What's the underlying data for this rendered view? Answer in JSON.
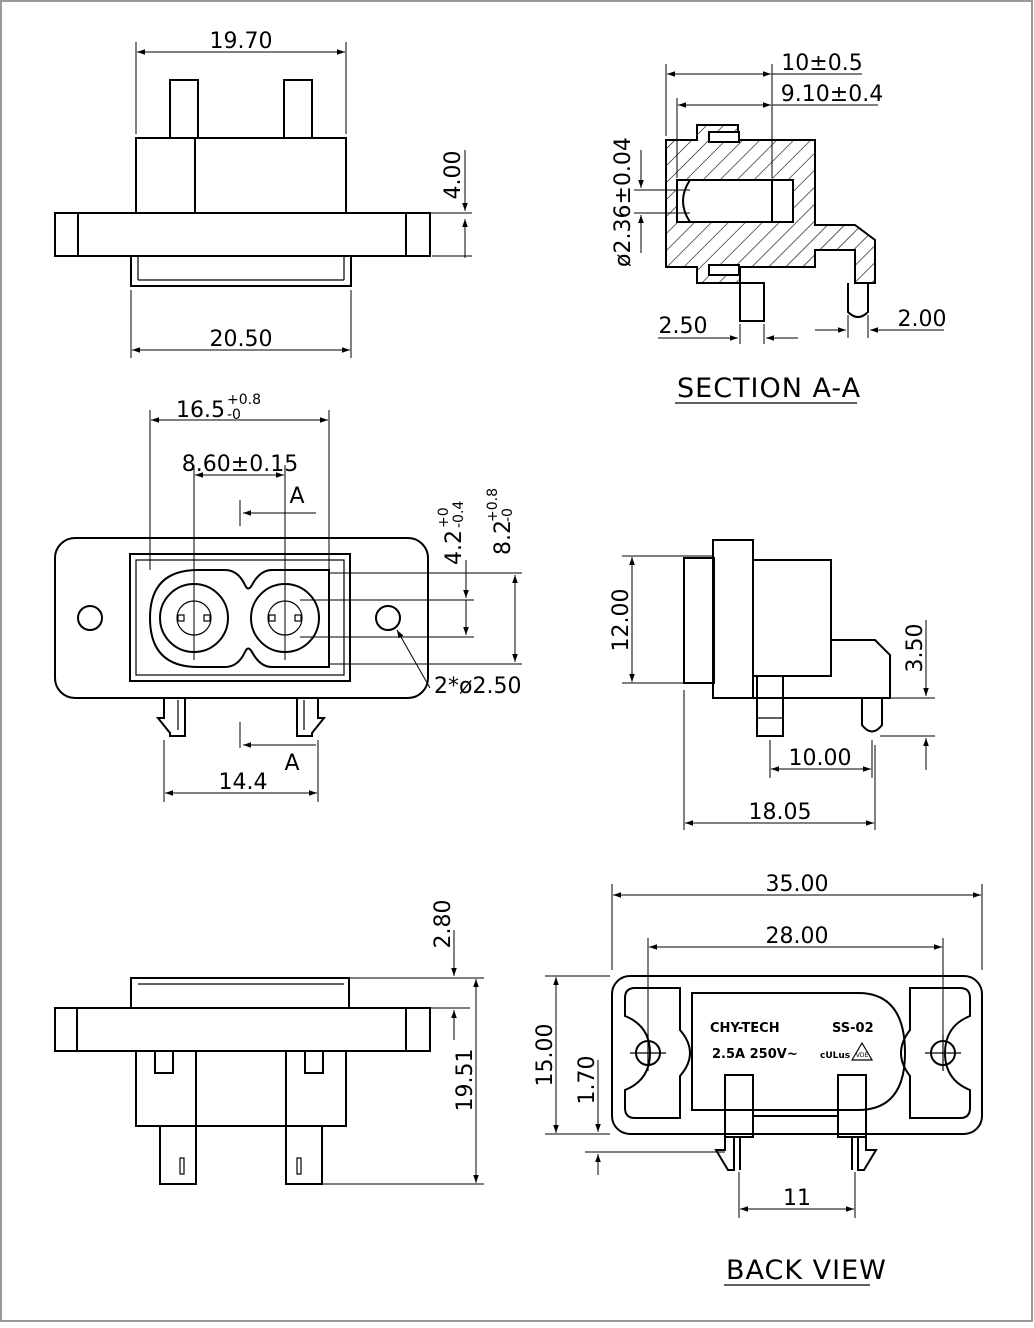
{
  "drawing": {
    "border_color": "#9a9a9a",
    "line_color": "#000000",
    "section_title": "SECTION A-A",
    "back_title": "BACK VIEW",
    "section_marker": "A",
    "label": {
      "brand": "CHY-TECH",
      "model": "SS-02",
      "rating": "2.5A 250V~",
      "ul_mark": "cULus",
      "vde_mark": "VDE"
    },
    "dims": {
      "top_width": "19.70",
      "top_height": "4.00",
      "top_base": "20.50",
      "sec_depth": "10±0.5",
      "sec_inner": "9.10±0.4",
      "sec_pin_dia": "ø2.36±0.04",
      "sec_pin_w": "2.50",
      "sec_pin_r": "2.00",
      "front_w_base": "16.5",
      "front_w_tol_up": "+0.8",
      "front_w_tol_dn": "-0",
      "front_pitch": "8.60±0.15",
      "front_h1_base": "4.2",
      "front_h1_tol_up": "+0",
      "front_h1_tol_dn": "-0.4",
      "front_h2_base": "8.2",
      "front_h2_tol_up": "+0.8",
      "front_h2_tol_dn": "-0",
      "front_holes": "2*ø2.50",
      "front_pins": "14.4",
      "side_h": "12.00",
      "side_step": "3.50",
      "side_pin": "10.00",
      "side_total": "18.05",
      "bottom_top": "2.80",
      "bottom_h": "19.51",
      "back_total": "35.00",
      "back_holes": "28.00",
      "back_h": "15.00",
      "back_pin": "1.70",
      "back_pins": "11"
    }
  }
}
